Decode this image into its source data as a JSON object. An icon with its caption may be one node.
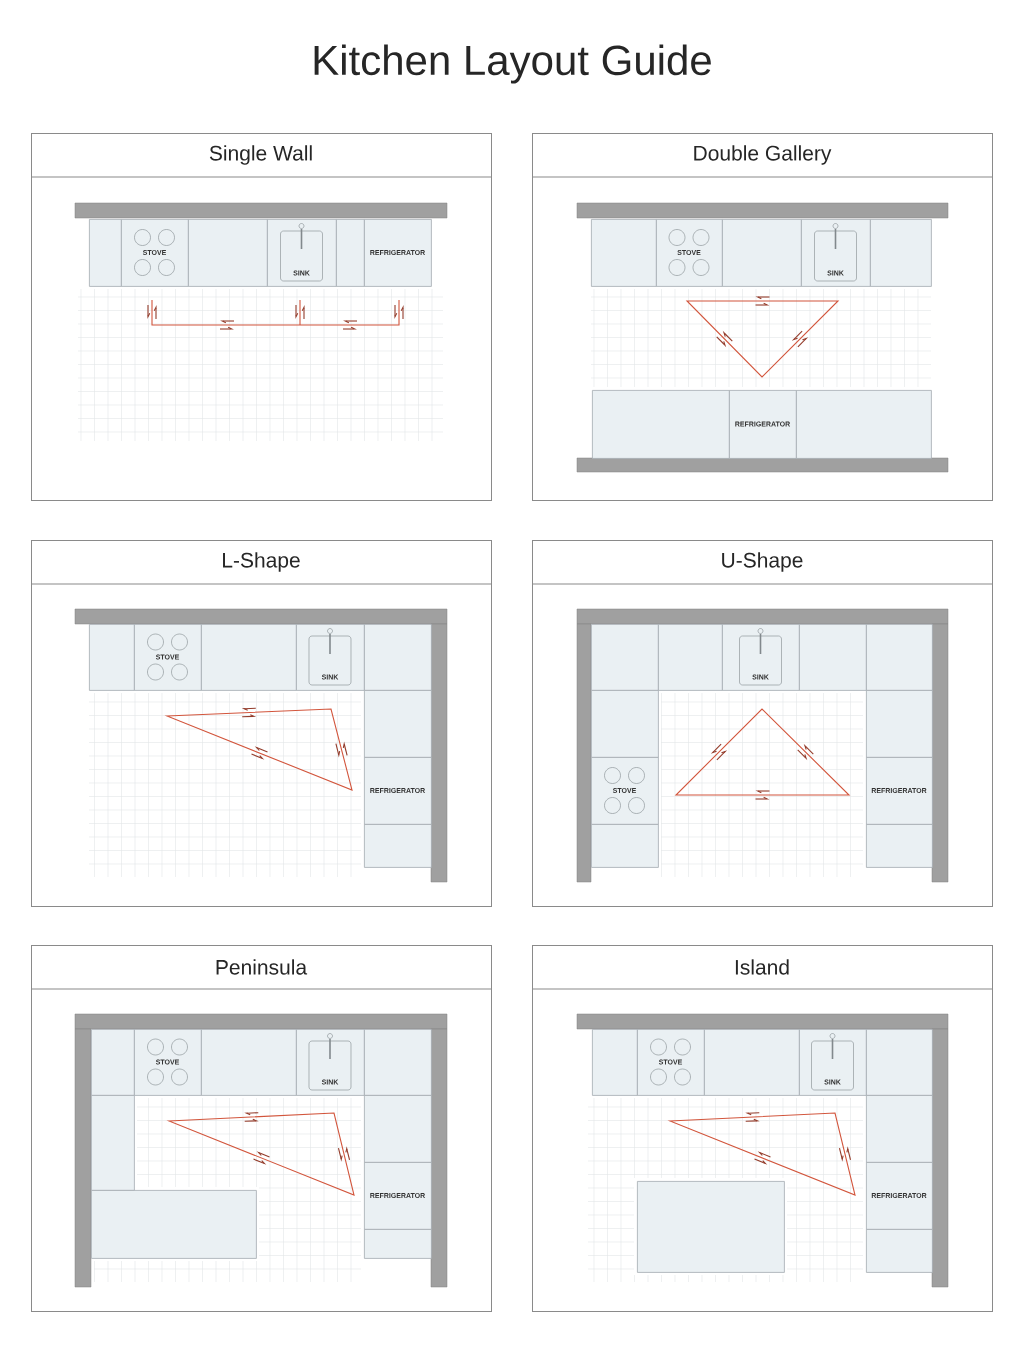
{
  "diagram": {
    "title": "Kitchen Layout Guide",
    "nodes": [
      {
        "text": [
          "Single Wall"
        ]
      },
      {
        "text": [],
        "shape": "box",
        "in": 0
      },
      {
        "text": [
          "STOVE"
        ],
        "in": 0
      },
      {
        "text": [],
        "shape": "box",
        "in": 0
      },
      {
        "text": [
          "SINK"
        ],
        "in": 0
      },
      {
        "text": [],
        "shape": "box",
        "in": 0
      },
      {
        "text": [
          "REFRIGERATOR"
        ],
        "in": 0
      },
      {
        "text": [
          "Double Gallery"
        ]
      },
      {
        "text": [],
        "shape": "box",
        "in": 7
      },
      {
        "text": [
          "STOVE"
        ],
        "in": 7
      },
      {
        "text": [],
        "shape": "box",
        "in": 7
      },
      {
        "text": [
          "SINK"
        ],
        "in": 7
      },
      {
        "text": [],
        "shape": "box",
        "in": 7
      },
      {
        "text": [],
        "shape": "box",
        "in": 7
      },
      {
        "text": [
          "REFRIGERATOR"
        ],
        "in": 7
      },
      {
        "text": [],
        "shape": "box",
        "in": 7
      },
      {
        "text": [
          "L-Shape"
        ]
      },
      {
        "text": [],
        "shape": "box",
        "in": 16
      },
      {
        "text": [
          "STOVE"
        ],
        "in": 16
      },
      {
        "text": [],
        "shape": "box",
        "in": 16
      },
      {
        "text": [
          "SINK"
        ],
        "in": 16
      },
      {
        "text": [],
        "shape": "box",
        "in": 16
      },
      {
        "text": [],
        "shape": "box",
        "in": 16
      },
      {
        "text": [
          "REFRIGERATOR"
        ],
        "in": 16
      },
      {
        "text": [],
        "shape": "box",
        "in": 16
      },
      {
        "text": [
          "U-Shape"
        ]
      },
      {
        "text": [],
        "shape": "box",
        "in": 25
      },
      {
        "text": [],
        "shape": "box",
        "in": 25
      },
      {
        "text": [
          "SINK"
        ],
        "in": 25
      },
      {
        "text": [],
        "shape": "box",
        "in": 25
      },
      {
        "text": [],
        "shape": "box",
        "in": 25
      },
      {
        "text": [],
        "shape": "box",
        "in": 25
      },
      {
        "text": [
          "STOVE"
        ],
        "in": 25
      },
      {
        "text": [],
        "shape": "box",
        "in": 25
      },
      {
        "text": [],
        "shape": "box",
        "in": 25
      },
      {
        "text": [
          "REFRIGERATOR"
        ],
        "in": 25
      },
      {
        "text": [],
        "shape": "box",
        "in": 25
      },
      {
        "text": [
          "Peninsula"
        ]
      },
      {
        "text": [],
        "shape": "box",
        "in": 37
      },
      {
        "text": [
          "STOVE"
        ],
        "in": 37
      },
      {
        "text": [],
        "shape": "box",
        "in": 37
      },
      {
        "text": [
          "SINK"
        ],
        "in": 37
      },
      {
        "text": [],
        "shape": "box",
        "in": 37
      },
      {
        "text": [],
        "shape": "box",
        "in": 37
      },
      {
        "text": [],
        "shape": "box",
        "in": 37
      },
      {
        "text": [],
        "shape": "box",
        "in": 37
      },
      {
        "text": [
          "REFRIGERATOR"
        ],
        "in": 37
      },
      {
        "text": [],
        "shape": "box",
        "in": 37
      },
      {
        "text": [
          "Island"
        ]
      },
      {
        "text": [],
        "shape": "box",
        "in": 48
      },
      {
        "text": [
          "STOVE"
        ],
        "in": 48
      },
      {
        "text": [],
        "shape": "box",
        "in": 48
      },
      {
        "text": [
          "SINK"
        ],
        "in": 48
      },
      {
        "text": [],
        "shape": "box",
        "in": 48
      },
      {
        "text": [],
        "shape": "box",
        "in": 48
      },
      {
        "text": [
          "REFRIGERATOR"
        ],
        "in": 48
      },
      {
        "text": [],
        "shape": "box",
        "in": 48
      },
      {
        "text": [],
        "shape": "box",
        "in": 48
      }
    ]
  }
}
